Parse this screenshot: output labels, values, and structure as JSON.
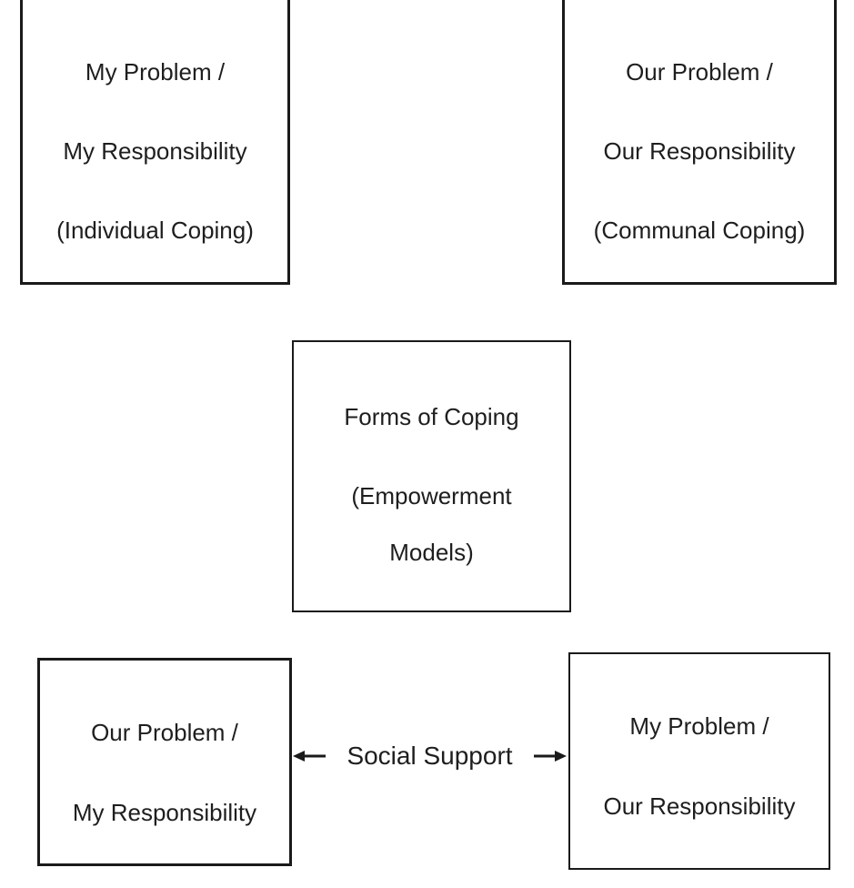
{
  "figure": {
    "boxes": [
      {
        "id": "individual-coping",
        "lines": [
          "My Problem /",
          "My Responsibility",
          "(Individual Coping)"
        ]
      },
      {
        "id": "communal-coping",
        "lines": [
          "Our Problem /",
          "Our Responsibility",
          "(Communal Coping)"
        ]
      },
      {
        "id": "forms-of-coping",
        "lines": [
          "Forms of Coping",
          "(Empowerment",
          "Models)"
        ]
      },
      {
        "id": "our-problem-my-responsibility",
        "lines": [
          "Our Problem /",
          "My Responsibility"
        ]
      },
      {
        "id": "my-problem-our-responsibility",
        "lines": [
          "My Problem /",
          "Our Responsibility"
        ]
      }
    ],
    "connector": {
      "label": "Social Support",
      "icons": {
        "left_arrow": "←",
        "right_arrow": "→"
      }
    },
    "colors": {
      "background": "#ffffff",
      "border": "#1a1a1a",
      "text": "#1e1e1e"
    }
  }
}
